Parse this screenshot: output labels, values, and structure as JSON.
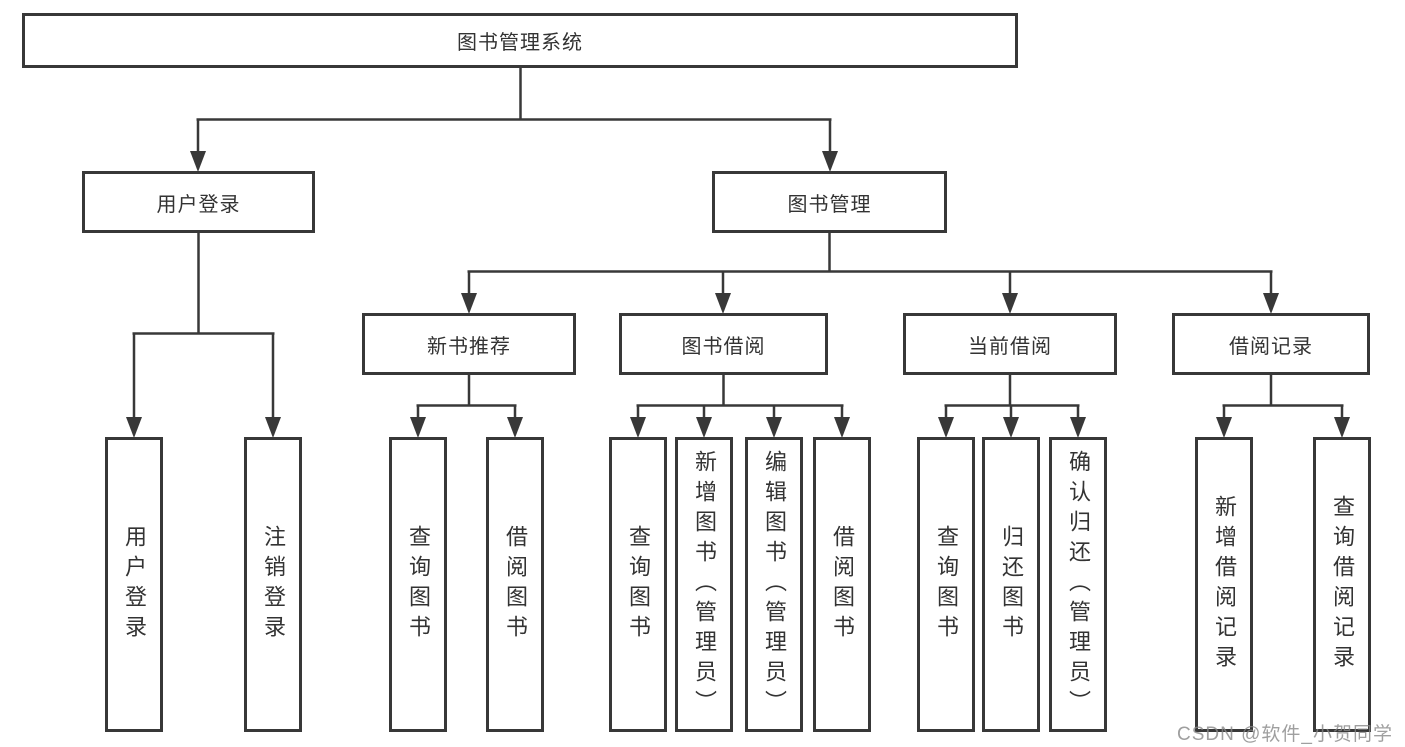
{
  "diagram": {
    "root": {
      "label": "图书管理系统"
    },
    "level2": [
      {
        "label": "用户登录"
      },
      {
        "label": "图书管理"
      }
    ],
    "level3": [
      {
        "label": "新书推荐"
      },
      {
        "label": "图书借阅"
      },
      {
        "label": "当前借阅"
      },
      {
        "label": "借阅记录"
      }
    ],
    "leaves": {
      "user_login": [
        {
          "label": "用户登录"
        },
        {
          "label": "注销登录"
        }
      ],
      "new_book_recommend": [
        {
          "label": "查询图书"
        },
        {
          "label": "借阅图书"
        }
      ],
      "book_borrowing": [
        {
          "label": "查询图书"
        },
        {
          "label": "新增图书（管理员）"
        },
        {
          "label": "编辑图书（管理员）"
        },
        {
          "label": "借阅图书"
        }
      ],
      "current_borrowing": [
        {
          "label": "查询图书"
        },
        {
          "label": "归还图书"
        },
        {
          "label": "确认归还（管理员）"
        }
      ],
      "borrowing_records": [
        {
          "label": "新增借阅记录"
        },
        {
          "label": "查询借阅记录"
        }
      ]
    }
  },
  "watermark": {
    "text": "CSDN @软件_小贺同学"
  },
  "colors": {
    "line": "#383838",
    "text": "#333333",
    "background": "#ffffff",
    "watermark": "#878787"
  }
}
